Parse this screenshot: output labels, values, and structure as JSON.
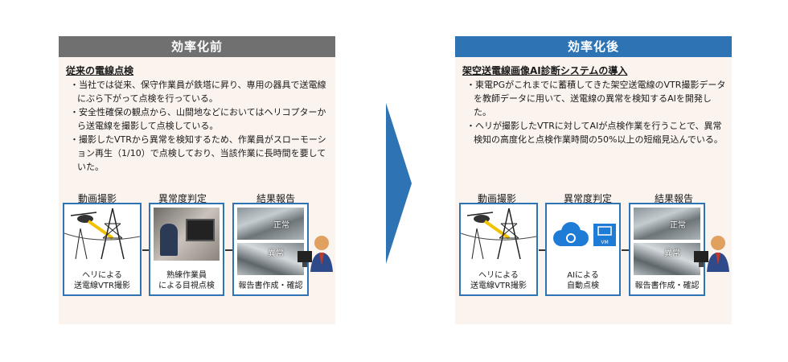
{
  "before": {
    "header": "効率化前",
    "title": "従来の電線点検",
    "bullets": [
      "当社では従来、保守作業員が鉄塔に昇り、専用の器具で送電線にぶら下がって点検を行っている。",
      "安全性確保の観点から、山間地などにおいてはヘリコプターから送電線を撮影して点検している。",
      "撮影したVTRから異常を検知するため、作業員がスローモーション再生（1/10）で点検しており、当該作業に長時間を要していた。"
    ],
    "steps": {
      "filming": "動画撮影",
      "judgement": "異常度判定",
      "report": "結果報告"
    },
    "captions": {
      "filming": [
        "ヘリによる",
        "送電線VTR撮影"
      ],
      "judgement": [
        "熟練作業員",
        "による目視点検"
      ],
      "report": "報告書作成・確認"
    },
    "labels": {
      "normal": "正常",
      "abnormal": "異常"
    }
  },
  "after": {
    "header": "効率化後",
    "title": "架空送電線画像AI診断システムの導入",
    "bullets": [
      "東電PGがこれまでに蓄積してきた架空送電線のVTR撮影データを教師データに用いて、送電線の異常を検知するAIを開発した。",
      "ヘリが撮影したVTRに対してAIが点検作業を行うことで、異常検知の高度化と点検作業時間の50%以上の短縮見込んでいる。"
    ],
    "steps": {
      "filming": "動画撮影",
      "judgement": "異常度判定",
      "report": "結果報告"
    },
    "captions": {
      "filming": [
        "ヘリによる",
        "送電線VTR撮影"
      ],
      "judgement": [
        "AIによる",
        "自動点検"
      ],
      "report": "報告書作成・確認"
    },
    "labels": {
      "normal": "正常",
      "abnormal": "異常",
      "vm": "VM"
    }
  },
  "colors": {
    "header_before": "#707070",
    "header_after": "#2e74b5",
    "panel_bg": "#fbf3ee",
    "accent": "#2e74b5"
  }
}
